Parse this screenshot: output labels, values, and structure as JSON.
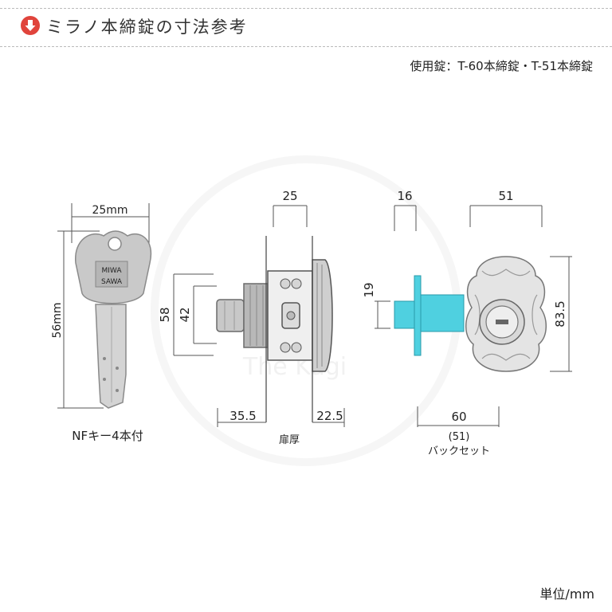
{
  "header": {
    "title": "ミラノ本締錠の寸法参考",
    "icon": "down-arrow-circle-icon",
    "accent_color": "#e0443c"
  },
  "model_line": "使用錠：T-60本締錠・T-51本締錠",
  "key": {
    "width_label": "25mm",
    "height_label": "56mm",
    "brand_line1": "MIWA",
    "brand_line2": "SAWA",
    "caption": "NFキー4本付"
  },
  "side_view": {
    "top_width": "25",
    "height_outer": "58",
    "height_inner": "42",
    "left_depth": "35.5",
    "right_depth": "22.5",
    "door_label": "扉厚"
  },
  "bolt_view": {
    "top_width": "16",
    "bolt_height": "19",
    "backset": "60",
    "backset_alt": "(51)",
    "backset_label": "バックセット",
    "bolt_color": "#4fd0e0"
  },
  "front_view": {
    "top_width": "51",
    "height": "83.5"
  },
  "watermark": "The Kagi",
  "unit": "単位/mm"
}
